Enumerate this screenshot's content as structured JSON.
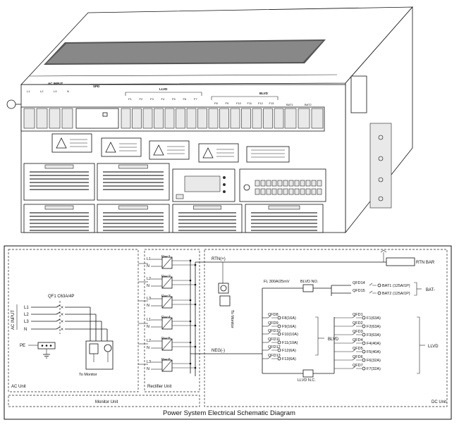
{
  "cabinet": {
    "ac_input_label": "AC INPUT",
    "ac_phases": [
      "L1",
      "L2",
      "L3",
      "N"
    ],
    "spd_label": "SPD",
    "llvd_label": "LLVD",
    "llvd_breakers": [
      "F1",
      "F2",
      "F3",
      "F4",
      "F5",
      "F6",
      "F7"
    ],
    "blvd_label": "BLVD",
    "blvd_breakers": [
      "F8",
      "F9",
      "F10",
      "F11",
      "F12",
      "F13"
    ],
    "battery_labels": [
      "BAT1",
      "BAT2"
    ]
  },
  "schematic": {
    "ac_unit": {
      "title": "AC Unit",
      "input_label": "AC INPUT",
      "phases": [
        "L1",
        "L2",
        "L3",
        "N"
      ],
      "breaker": "QF1 C63A/4P",
      "pe_label": "PE",
      "to_monitor": "To Monitor"
    },
    "rectifier_unit": {
      "title": "Rectifier Unit",
      "rectifiers": [
        {
          "name": "Rec1",
          "line": "L1",
          "neutral": "N"
        },
        {
          "name": "Rec2",
          "line": "L2",
          "neutral": "N"
        },
        {
          "name": "Rec3",
          "line": "L3",
          "neutral": "N"
        },
        {
          "name": "Rec4",
          "line": "L1",
          "neutral": "N"
        },
        {
          "name": "Rec5",
          "line": "L2",
          "neutral": "N"
        },
        {
          "name": "Rec6",
          "line": "L3",
          "neutral": "N"
        }
      ]
    },
    "monitor_unit": {
      "title": "Monitor Unit"
    },
    "dc_unit": {
      "title": "DC Unit",
      "rtn_label": "RTN(+)",
      "rtn_bar": "RTN BAR",
      "neg_label": "NEG(-)",
      "shunt": "FL 300A/25mV",
      "blvd_no": "BLVD NO.",
      "llvd_nc": "LLVD N.C.",
      "to_monitor": "To Monitor",
      "battery_breakers": [
        {
          "qfd": "QFD14",
          "label": "BAT1 (125A/1P)"
        },
        {
          "qfd": "QFD15",
          "label": "BAT2 (125A/1P)"
        }
      ],
      "bat_group": "BAT-",
      "blvd_breakers": [
        {
          "qfd": "QFD8",
          "label": "F8(16A)"
        },
        {
          "qfd": "QFD9",
          "label": "F9(16A)"
        },
        {
          "qfd": "QFD10",
          "label": "F10(10A)"
        },
        {
          "qfd": "QFD11",
          "label": "F11(10A)"
        },
        {
          "qfd": "QFD12",
          "label": "F12(6A)"
        },
        {
          "qfd": "QFD13",
          "label": "F13(6A)"
        }
      ],
      "blvd_group": "BLVD",
      "llvd_breakers": [
        {
          "qfd": "QFD1",
          "label": "F1(63A)"
        },
        {
          "qfd": "QFD2",
          "label": "F2(63A)"
        },
        {
          "qfd": "QFD3",
          "label": "F3(63A)"
        },
        {
          "qfd": "QFD4",
          "label": "F4(40A)"
        },
        {
          "qfd": "QFD5",
          "label": "F5(40A)"
        },
        {
          "qfd": "QFD6",
          "label": "F6(32A)"
        },
        {
          "qfd": "QFD7",
          "label": "F7(32A)"
        }
      ],
      "llvd_group": "LLVD"
    },
    "caption": "Power System Electrical Schematic Diagram"
  }
}
